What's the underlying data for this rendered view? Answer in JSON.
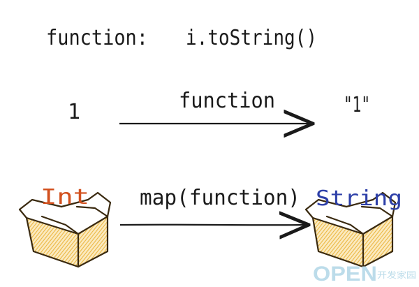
{
  "top_line": {
    "label": "function:",
    "code": "i.toString()"
  },
  "arrow_one": {
    "input": "1",
    "label": "function",
    "output": "\"1\""
  },
  "arrow_two": {
    "label": "map(function)"
  },
  "boxes": {
    "left": {
      "label": "Int",
      "color": "#d2501e"
    },
    "right": {
      "label": "String",
      "color": "#2d3fa8"
    }
  },
  "watermark": {
    "text": "OPEN",
    "suffix": "开发家园"
  },
  "colors": {
    "ink": "#1a1a1a",
    "box_fill": "#f3c34a",
    "box_line": "#3a2a10",
    "watermark": "#bcdcea"
  }
}
